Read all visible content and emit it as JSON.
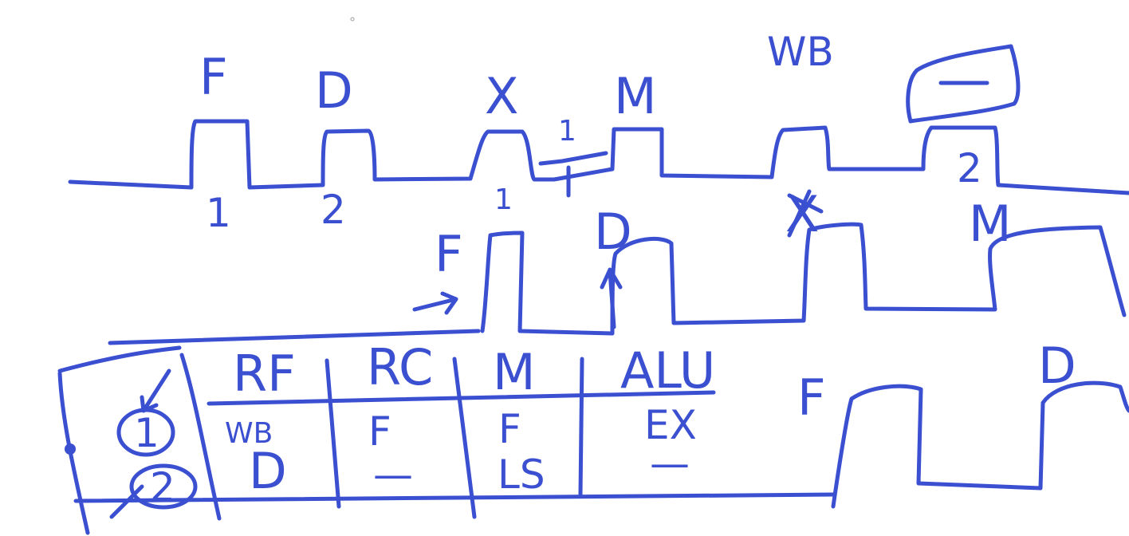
{
  "colors": {
    "ink": "#3b4fd1",
    "background": "#ffffff"
  },
  "top_wave": {
    "stages": [
      "F",
      "D",
      "X",
      "M",
      "WB"
    ],
    "clock_labels": [
      "1",
      "2",
      "1",
      "2"
    ]
  },
  "second_wave": {
    "stages": [
      "F",
      "D",
      "X",
      "M"
    ],
    "clock_label": "1"
  },
  "table": {
    "headers": [
      "RF",
      "RC",
      "M",
      "ALU"
    ],
    "rows": [
      {
        "phase": "1",
        "cells": [
          "WB",
          "F",
          "F",
          "EX"
        ]
      },
      {
        "phase": "2",
        "cells": [
          "D",
          "—",
          "LS",
          "—"
        ]
      }
    ]
  },
  "third_wave": {
    "stages": [
      "F",
      "D"
    ]
  },
  "box_symbol": "—"
}
